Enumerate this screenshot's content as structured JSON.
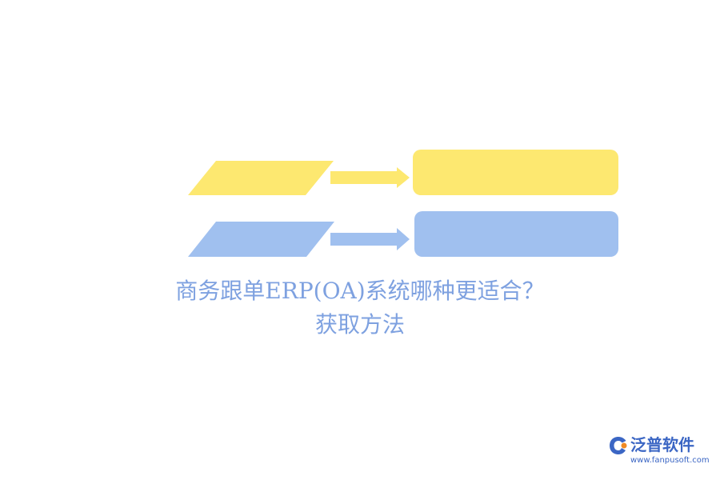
{
  "title": {
    "line1": "商务跟单ERP(OA)系统哪种更适合？",
    "line2": "获取方法"
  },
  "logo": {
    "name": "泛普软件",
    "url": "www.fanpusoft.com",
    "icon": "fanpu-logo-icon"
  },
  "colors": {
    "yellow": "#fde870",
    "blue": "#a0c0ef",
    "title": "#7ea1e0",
    "logo_blue": "#3b66c4",
    "logo_orange": "#f08a24"
  }
}
